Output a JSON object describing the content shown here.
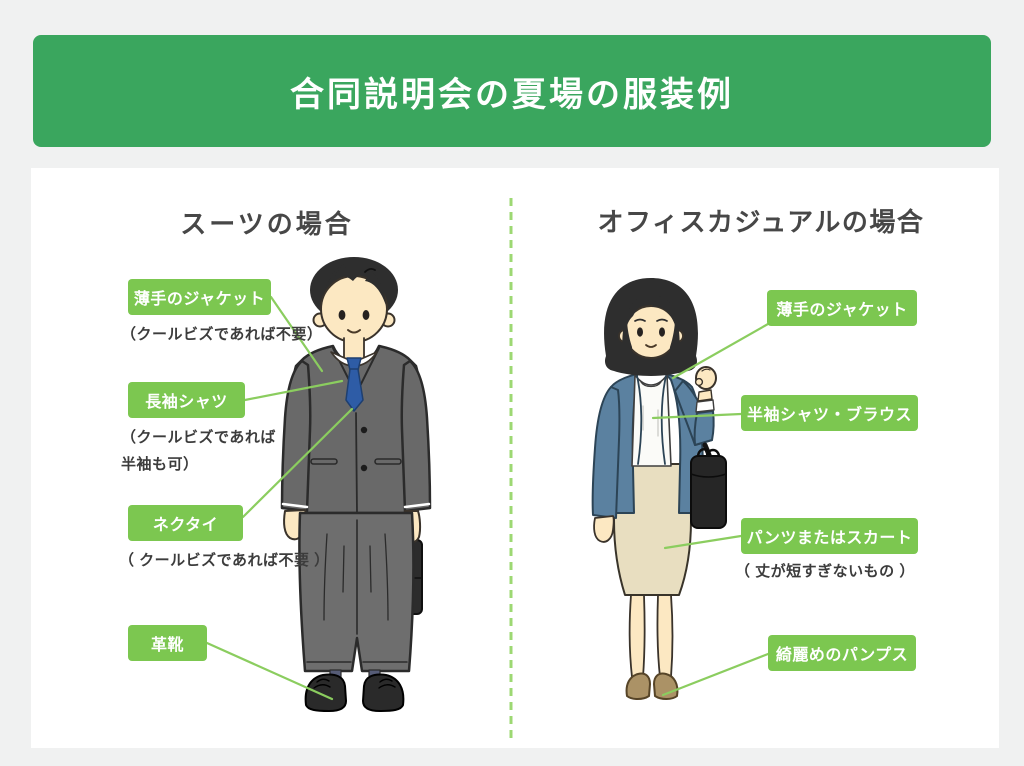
{
  "header": {
    "title": "合同説明会の夏場の服装例"
  },
  "suit": {
    "title": "スーツの場合",
    "labels": [
      {
        "text": "薄手のジャケット",
        "note": "（クールビズであれば不要）"
      },
      {
        "text": "長袖シャツ",
        "note_lines": [
          "（クールビズであれば",
          "半袖も可）"
        ]
      },
      {
        "text": "ネクタイ",
        "note": "（ クールビズであれば不要 ）"
      },
      {
        "text": "革靴"
      }
    ]
  },
  "casual": {
    "title": "オフィスカジュアルの場合",
    "labels": [
      {
        "text": "薄手のジャケット"
      },
      {
        "text": "半袖シャツ・ブラウス"
      },
      {
        "text": "パンツまたはスカート",
        "note": "（ 丈が短すぎないもの ）"
      },
      {
        "text": "綺麗めのパンプス"
      }
    ]
  },
  "icons": {
    "man_figure": "man-in-gray-suit-with-briefcase",
    "woman_figure": "woman-in-blue-jacket-beige-skirt-with-bag"
  },
  "colors": {
    "background": "#f0f1f1",
    "card": "#ffffff",
    "banner_green": "#3aa65e",
    "label_green": "#7cc750",
    "leader_line_green": "#8bcd5f",
    "divider_green": "#9dd873",
    "title_text": "#474747",
    "note_text": "#3c3c3c",
    "suit_gray": "#696969",
    "tie_blue": "#2e5ca6",
    "woman_jacket_blue": "#5b81a0",
    "skirt_beige": "#e8dec0",
    "pumps_tan": "#ab9266"
  }
}
